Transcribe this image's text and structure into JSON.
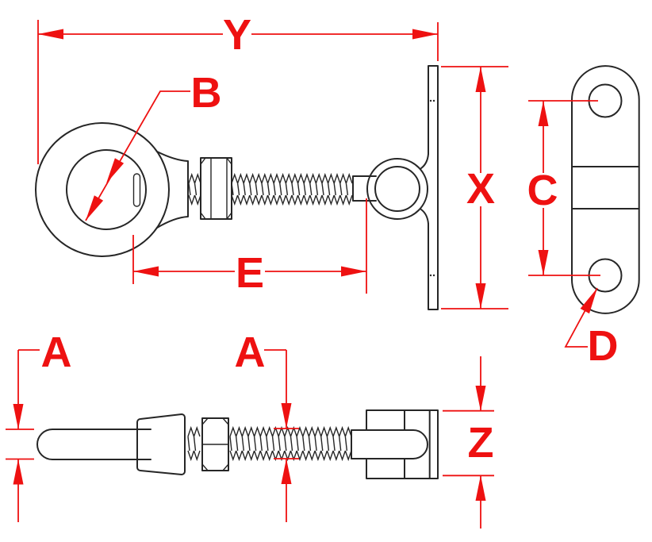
{
  "drawing": {
    "kind": "technical dimension drawing",
    "views": [
      "top assembly view",
      "plate front view",
      "side profile view"
    ]
  },
  "labels": {
    "y": "Y",
    "b": "B",
    "e": "E",
    "x": "X",
    "c": "C",
    "d": "D",
    "a_left": "A",
    "a_right": "A",
    "z": "Z"
  },
  "colors": {
    "dimension": "#ee1111",
    "outline": "#262626",
    "background": "#ffffff"
  }
}
